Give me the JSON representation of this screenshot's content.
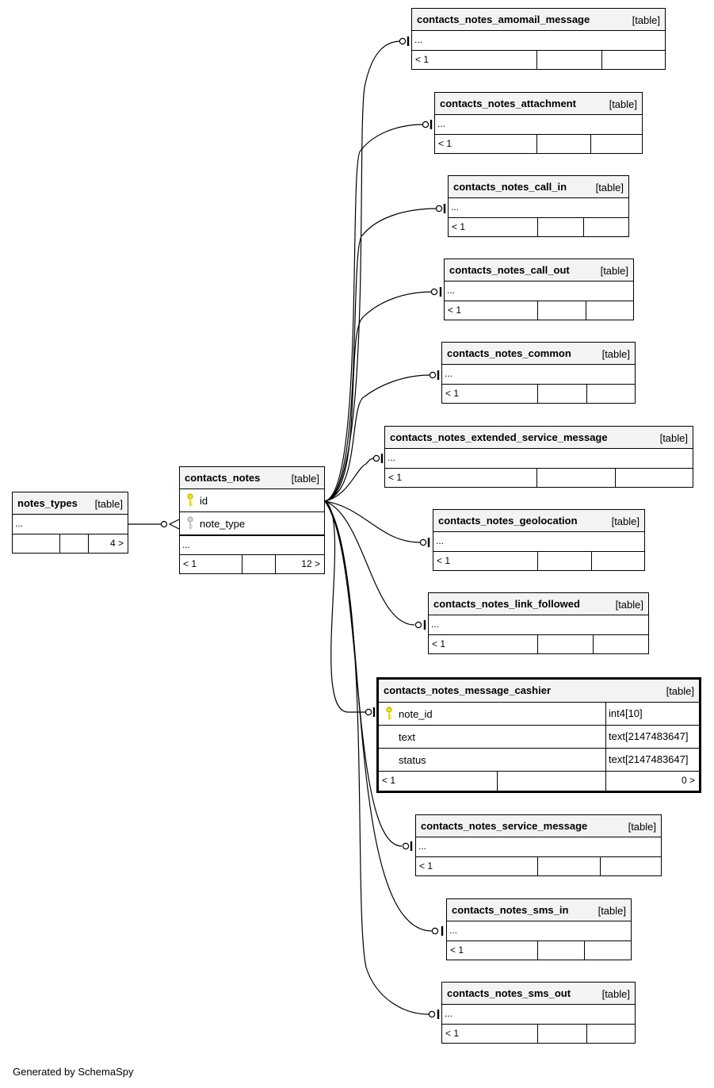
{
  "diagram": {
    "credit": "Generated by SchemaSpy",
    "tables": {
      "notes_types": {
        "name": "notes_types",
        "type": "[table]",
        "ellipsis": "...",
        "parents": "",
        "children": "4 >"
      },
      "contacts_notes": {
        "name": "contacts_notes",
        "type": "[table]",
        "columns": [
          {
            "name": "id",
            "key": "primary"
          },
          {
            "name": "note_type",
            "key": "foreign"
          }
        ],
        "ellipsis": "...",
        "parents": "< 1",
        "children": "12 >"
      },
      "amomail": {
        "name": "contacts_notes_amomail_message",
        "type": "[table]",
        "ellipsis": "...",
        "parents": "< 1"
      },
      "attachment": {
        "name": "contacts_notes_attachment",
        "type": "[table]",
        "ellipsis": "...",
        "parents": "< 1"
      },
      "call_in": {
        "name": "contacts_notes_call_in",
        "type": "[table]",
        "ellipsis": "...",
        "parents": "< 1"
      },
      "call_out": {
        "name": "contacts_notes_call_out",
        "type": "[table]",
        "ellipsis": "...",
        "parents": "< 1"
      },
      "common": {
        "name": "contacts_notes_common",
        "type": "[table]",
        "ellipsis": "...",
        "parents": "< 1"
      },
      "extended": {
        "name": "contacts_notes_extended_service_message",
        "type": "[table]",
        "ellipsis": "...",
        "parents": "< 1"
      },
      "geolocation": {
        "name": "contacts_notes_geolocation",
        "type": "[table]",
        "ellipsis": "...",
        "parents": "< 1"
      },
      "link_followed": {
        "name": "contacts_notes_link_followed",
        "type": "[table]",
        "ellipsis": "...",
        "parents": "< 1"
      },
      "message_cashier": {
        "name": "contacts_notes_message_cashier",
        "type": "[table]",
        "columns": [
          {
            "name": "note_id",
            "data_type": "int4[10]",
            "key": "primary"
          },
          {
            "name": "text",
            "data_type": "text[2147483647]",
            "key": ""
          },
          {
            "name": "status",
            "data_type": "text[2147483647]",
            "key": ""
          }
        ],
        "parents": "< 1",
        "children": "0 >"
      },
      "service_message": {
        "name": "contacts_notes_service_message",
        "type": "[table]",
        "ellipsis": "...",
        "parents": "< 1"
      },
      "sms_in": {
        "name": "contacts_notes_sms_in",
        "type": "[table]",
        "ellipsis": "...",
        "parents": "< 1"
      },
      "sms_out": {
        "name": "contacts_notes_sms_out",
        "type": "[table]",
        "ellipsis": "...",
        "parents": "< 1"
      }
    }
  }
}
